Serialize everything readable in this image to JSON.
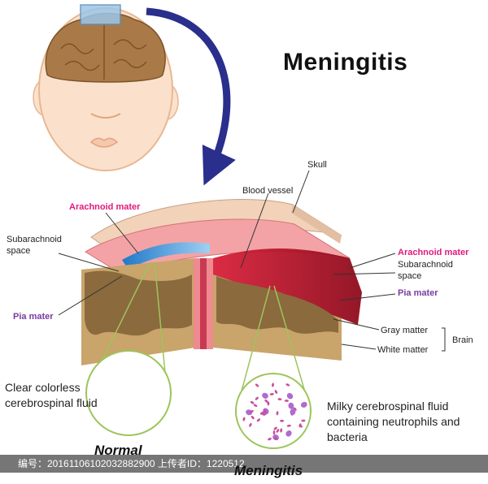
{
  "title": "Meningitis",
  "labels": {
    "skull": "Skull",
    "blood_vessel": "Blood vessel",
    "arachnoid_left": "Arachnoid mater",
    "subarachnoid_left_1": "Subarachnoid",
    "subarachnoid_left_2": "space",
    "pia_left": "Pia mater",
    "arachnoid_right": "Arachnoid mater",
    "subarachnoid_right_1": "Subarachnoid",
    "subarachnoid_right_2": "space",
    "pia_right": "Pia mater",
    "gray_matter": "Gray matter",
    "white_matter": "White matter",
    "brain": "Brain"
  },
  "descriptions": {
    "normal_fluid": "Clear colorless cerebrospinal fluid",
    "meningitis_fluid": "Milky cerebrospinal fluid containing neutrophils and bacteria"
  },
  "captions": {
    "normal": "Normal",
    "meningitis": "Meningitis"
  },
  "watermark": "编号：20161106102032882900 上传者ID：1220512",
  "colors": {
    "arachnoid": "#e0197d",
    "pia": "#7a3aa0",
    "skull": "#f2d2b8",
    "meninges": "#f08a8f",
    "inflamed": "#c8102e",
    "gray_matter": "#8b6a3d",
    "white_matter": "#c9a46b",
    "csf": "#3aa0e0",
    "arrow": "#2a2e8c"
  }
}
